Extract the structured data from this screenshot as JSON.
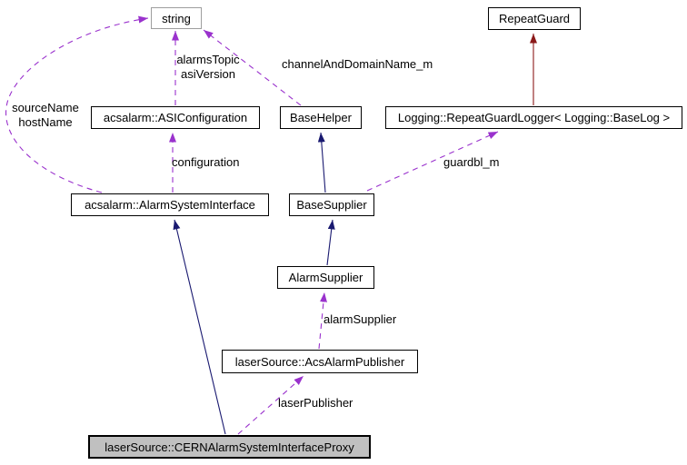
{
  "colors": {
    "inheritance_arrow": "#191970",
    "usage_arrow": "#9a32cd",
    "protected_inheritance_arrow": "#8b1a1a",
    "highlight_node_fill": "#c0c0c0",
    "external_node_border": "#9e9e9e"
  },
  "nodes": {
    "string": {
      "label": "string"
    },
    "repeat_guard": {
      "label": "RepeatGuard"
    },
    "asi_configuration": {
      "label": "acsalarm::ASIConfiguration"
    },
    "base_helper": {
      "label": "BaseHelper"
    },
    "repeat_guard_logger": {
      "label": "Logging::RepeatGuardLogger< Logging::BaseLog >"
    },
    "alarm_system_interface": {
      "label": "acsalarm::AlarmSystemInterface"
    },
    "base_supplier": {
      "label": "BaseSupplier"
    },
    "alarm_supplier": {
      "label": "AlarmSupplier"
    },
    "acs_alarm_publisher": {
      "label": "laserSource::AcsAlarmPublisher"
    },
    "cern_proxy": {
      "label": "laserSource::CERNAlarmSystemInterfaceProxy"
    }
  },
  "edge_labels": {
    "alarms_topic": "alarmsTopic\nasiVersion",
    "channel_and_domain": "channelAndDomainName_m",
    "source_host": "sourceName\nhostName",
    "configuration": "configuration",
    "guardbl": "guardbl_m",
    "alarm_supplier_member": "alarmSupplier",
    "laser_publisher": "laserPublisher"
  }
}
